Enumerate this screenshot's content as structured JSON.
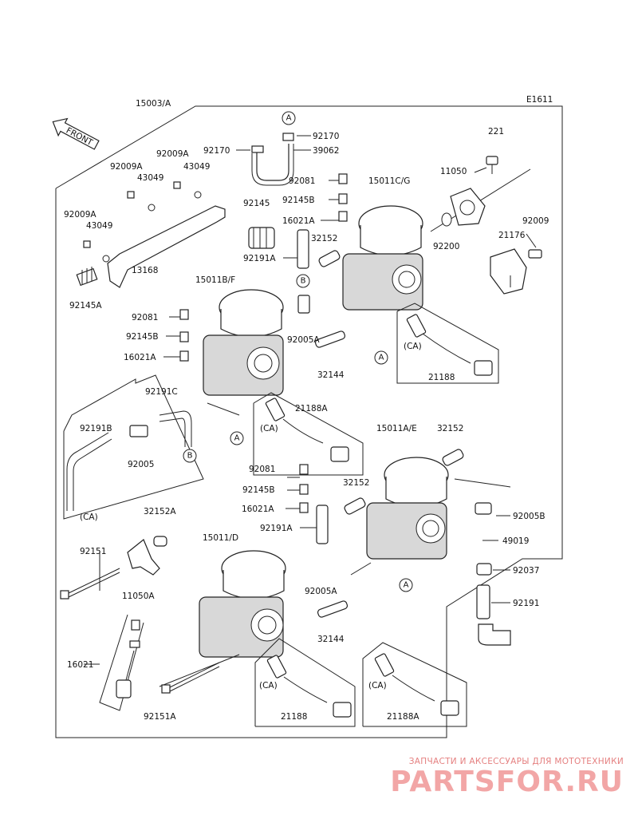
{
  "diagram_code": "E1611",
  "front_label": "FRONT",
  "labels": [
    {
      "id": "l15003",
      "text": "15003/A"
    },
    {
      "id": "l92170a",
      "text": "92170"
    },
    {
      "id": "l92170b",
      "text": "92170"
    },
    {
      "id": "l39062",
      "text": "39062"
    },
    {
      "id": "l221",
      "text": "221"
    },
    {
      "id": "l92009Aa",
      "text": "92009A"
    },
    {
      "id": "l43049a",
      "text": "43049"
    },
    {
      "id": "l92009Ab",
      "text": "92009A"
    },
    {
      "id": "l43049b",
      "text": "43049"
    },
    {
      "id": "l92081a",
      "text": "92081"
    },
    {
      "id": "l15011C",
      "text": "15011C/G"
    },
    {
      "id": "l11050",
      "text": "11050"
    },
    {
      "id": "l92145Ba",
      "text": "92145B"
    },
    {
      "id": "l92145",
      "text": "92145"
    },
    {
      "id": "l16021Aa",
      "text": "16021A"
    },
    {
      "id": "l92009Ac",
      "text": "92009A"
    },
    {
      "id": "l43049c",
      "text": "43049"
    },
    {
      "id": "l32152a",
      "text": "32152"
    },
    {
      "id": "l92009",
      "text": "92009"
    },
    {
      "id": "l21176",
      "text": "21176"
    },
    {
      "id": "l92200",
      "text": "92200"
    },
    {
      "id": "l92191Aa",
      "text": "92191A"
    },
    {
      "id": "l13168",
      "text": "13168"
    },
    {
      "id": "l15011B",
      "text": "15011B/F"
    },
    {
      "id": "l92145A",
      "text": "92145A"
    },
    {
      "id": "l92081b",
      "text": "92081"
    },
    {
      "id": "l92145Bb",
      "text": "92145B"
    },
    {
      "id": "l92005A",
      "text": "92005A"
    },
    {
      "id": "l16021Ab",
      "text": "16021A"
    },
    {
      "id": "lCA1",
      "text": "(CA)"
    },
    {
      "id": "l32144a",
      "text": "32144"
    },
    {
      "id": "l21188a",
      "text": "21188"
    },
    {
      "id": "l92191C",
      "text": "92191C"
    },
    {
      "id": "l21188Aa",
      "text": "21188A"
    },
    {
      "id": "l92191B",
      "text": "92191B"
    },
    {
      "id": "lCA2",
      "text": "(CA)"
    },
    {
      "id": "l15011A",
      "text": "15011A/E"
    },
    {
      "id": "l32152b",
      "text": "32152"
    },
    {
      "id": "l92005",
      "text": "92005"
    },
    {
      "id": "l92081c",
      "text": "92081"
    },
    {
      "id": "l92145Bc",
      "text": "92145B"
    },
    {
      "id": "l32152c",
      "text": "32152"
    },
    {
      "id": "lCA3",
      "text": "(CA)"
    },
    {
      "id": "l16021Ac",
      "text": "16021A"
    },
    {
      "id": "l92005B",
      "text": "92005B"
    },
    {
      "id": "l32152A",
      "text": "32152A"
    },
    {
      "id": "l92191Ab",
      "text": "92191A"
    },
    {
      "id": "l15011D",
      "text": "15011/D"
    },
    {
      "id": "l49019",
      "text": "49019"
    },
    {
      "id": "l92151",
      "text": "92151"
    },
    {
      "id": "l92037",
      "text": "92037"
    },
    {
      "id": "l11050A",
      "text": "11050A"
    },
    {
      "id": "l92005Ab",
      "text": "92005A"
    },
    {
      "id": "l32144b",
      "text": "32144"
    },
    {
      "id": "l92191",
      "text": "92191"
    },
    {
      "id": "l16021",
      "text": "16021"
    },
    {
      "id": "lCA4",
      "text": "(CA)"
    },
    {
      "id": "lCA5",
      "text": "(CA)"
    },
    {
      "id": "l92151A",
      "text": "92151A"
    },
    {
      "id": "l21188b",
      "text": "21188"
    },
    {
      "id": "l21188Ab",
      "text": "21188A"
    }
  ],
  "ref_markers": [
    {
      "id": "mA1",
      "text": "A"
    },
    {
      "id": "mB1",
      "text": "B"
    },
    {
      "id": "mA2",
      "text": "A"
    },
    {
      "id": "mA3",
      "text": "A"
    },
    {
      "id": "mB2",
      "text": "B"
    },
    {
      "id": "mA4",
      "text": "A"
    }
  ],
  "watermark": {
    "tagline": "ЗАПЧАСТИ И АКСЕССУАРЫ ДЛЯ МОТОТЕХНИКИ",
    "logo": "PARTSFOR.RU",
    "color": "#e58080"
  }
}
